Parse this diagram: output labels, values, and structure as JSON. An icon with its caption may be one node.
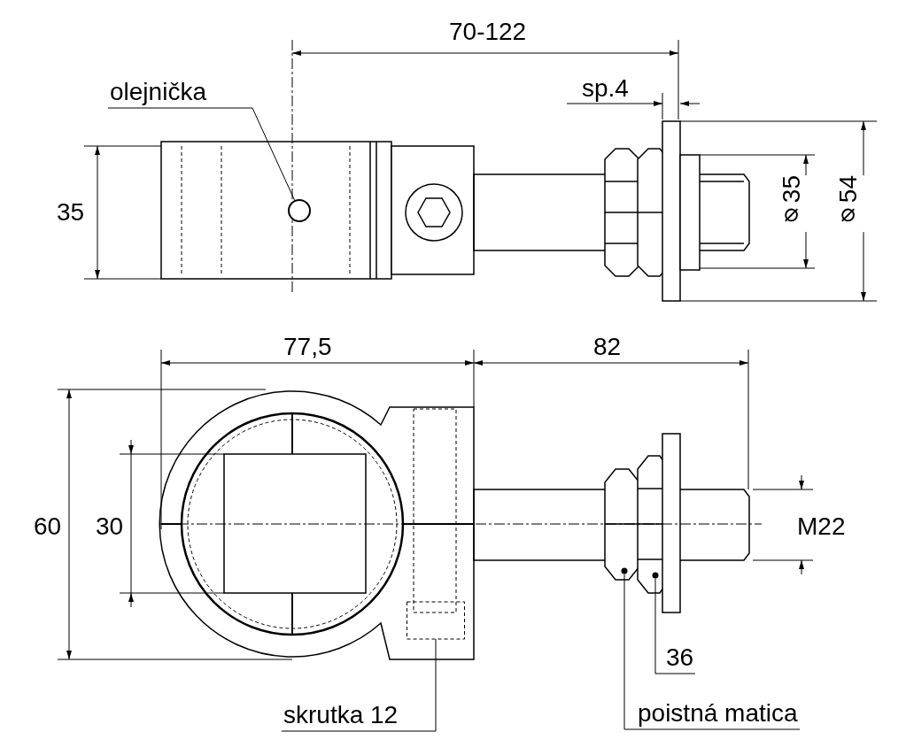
{
  "diagram": {
    "nodes": [
      {
        "text": [
          "olejnička"
        ]
      },
      {
        "text": [],
        "shape": "circle"
      },
      {
        "text": [
          "skrutka 12"
        ]
      },
      {
        "text": [],
        "shape": "box"
      },
      {
        "text": [
          "poistná matica"
        ]
      },
      {
        "text": [],
        "shape": "circle"
      },
      {
        "text": [
          "36"
        ]
      },
      {
        "text": [],
        "shape": "circle"
      }
    ],
    "edges": [
      {
        "from": 0,
        "to": 1,
        "arrow": "none"
      },
      {
        "from": 2,
        "to": 3,
        "arrow": "none"
      },
      {
        "from": 4,
        "to": 5,
        "arrow": "none"
      },
      {
        "from": 6,
        "to": 7,
        "arrow": "none"
      }
    ],
    "labels": [
      "70-122",
      "sp.4",
      "35",
      "⌀35",
      "⌀54",
      "77,5",
      "82",
      "60",
      "30",
      "M22"
    ]
  }
}
